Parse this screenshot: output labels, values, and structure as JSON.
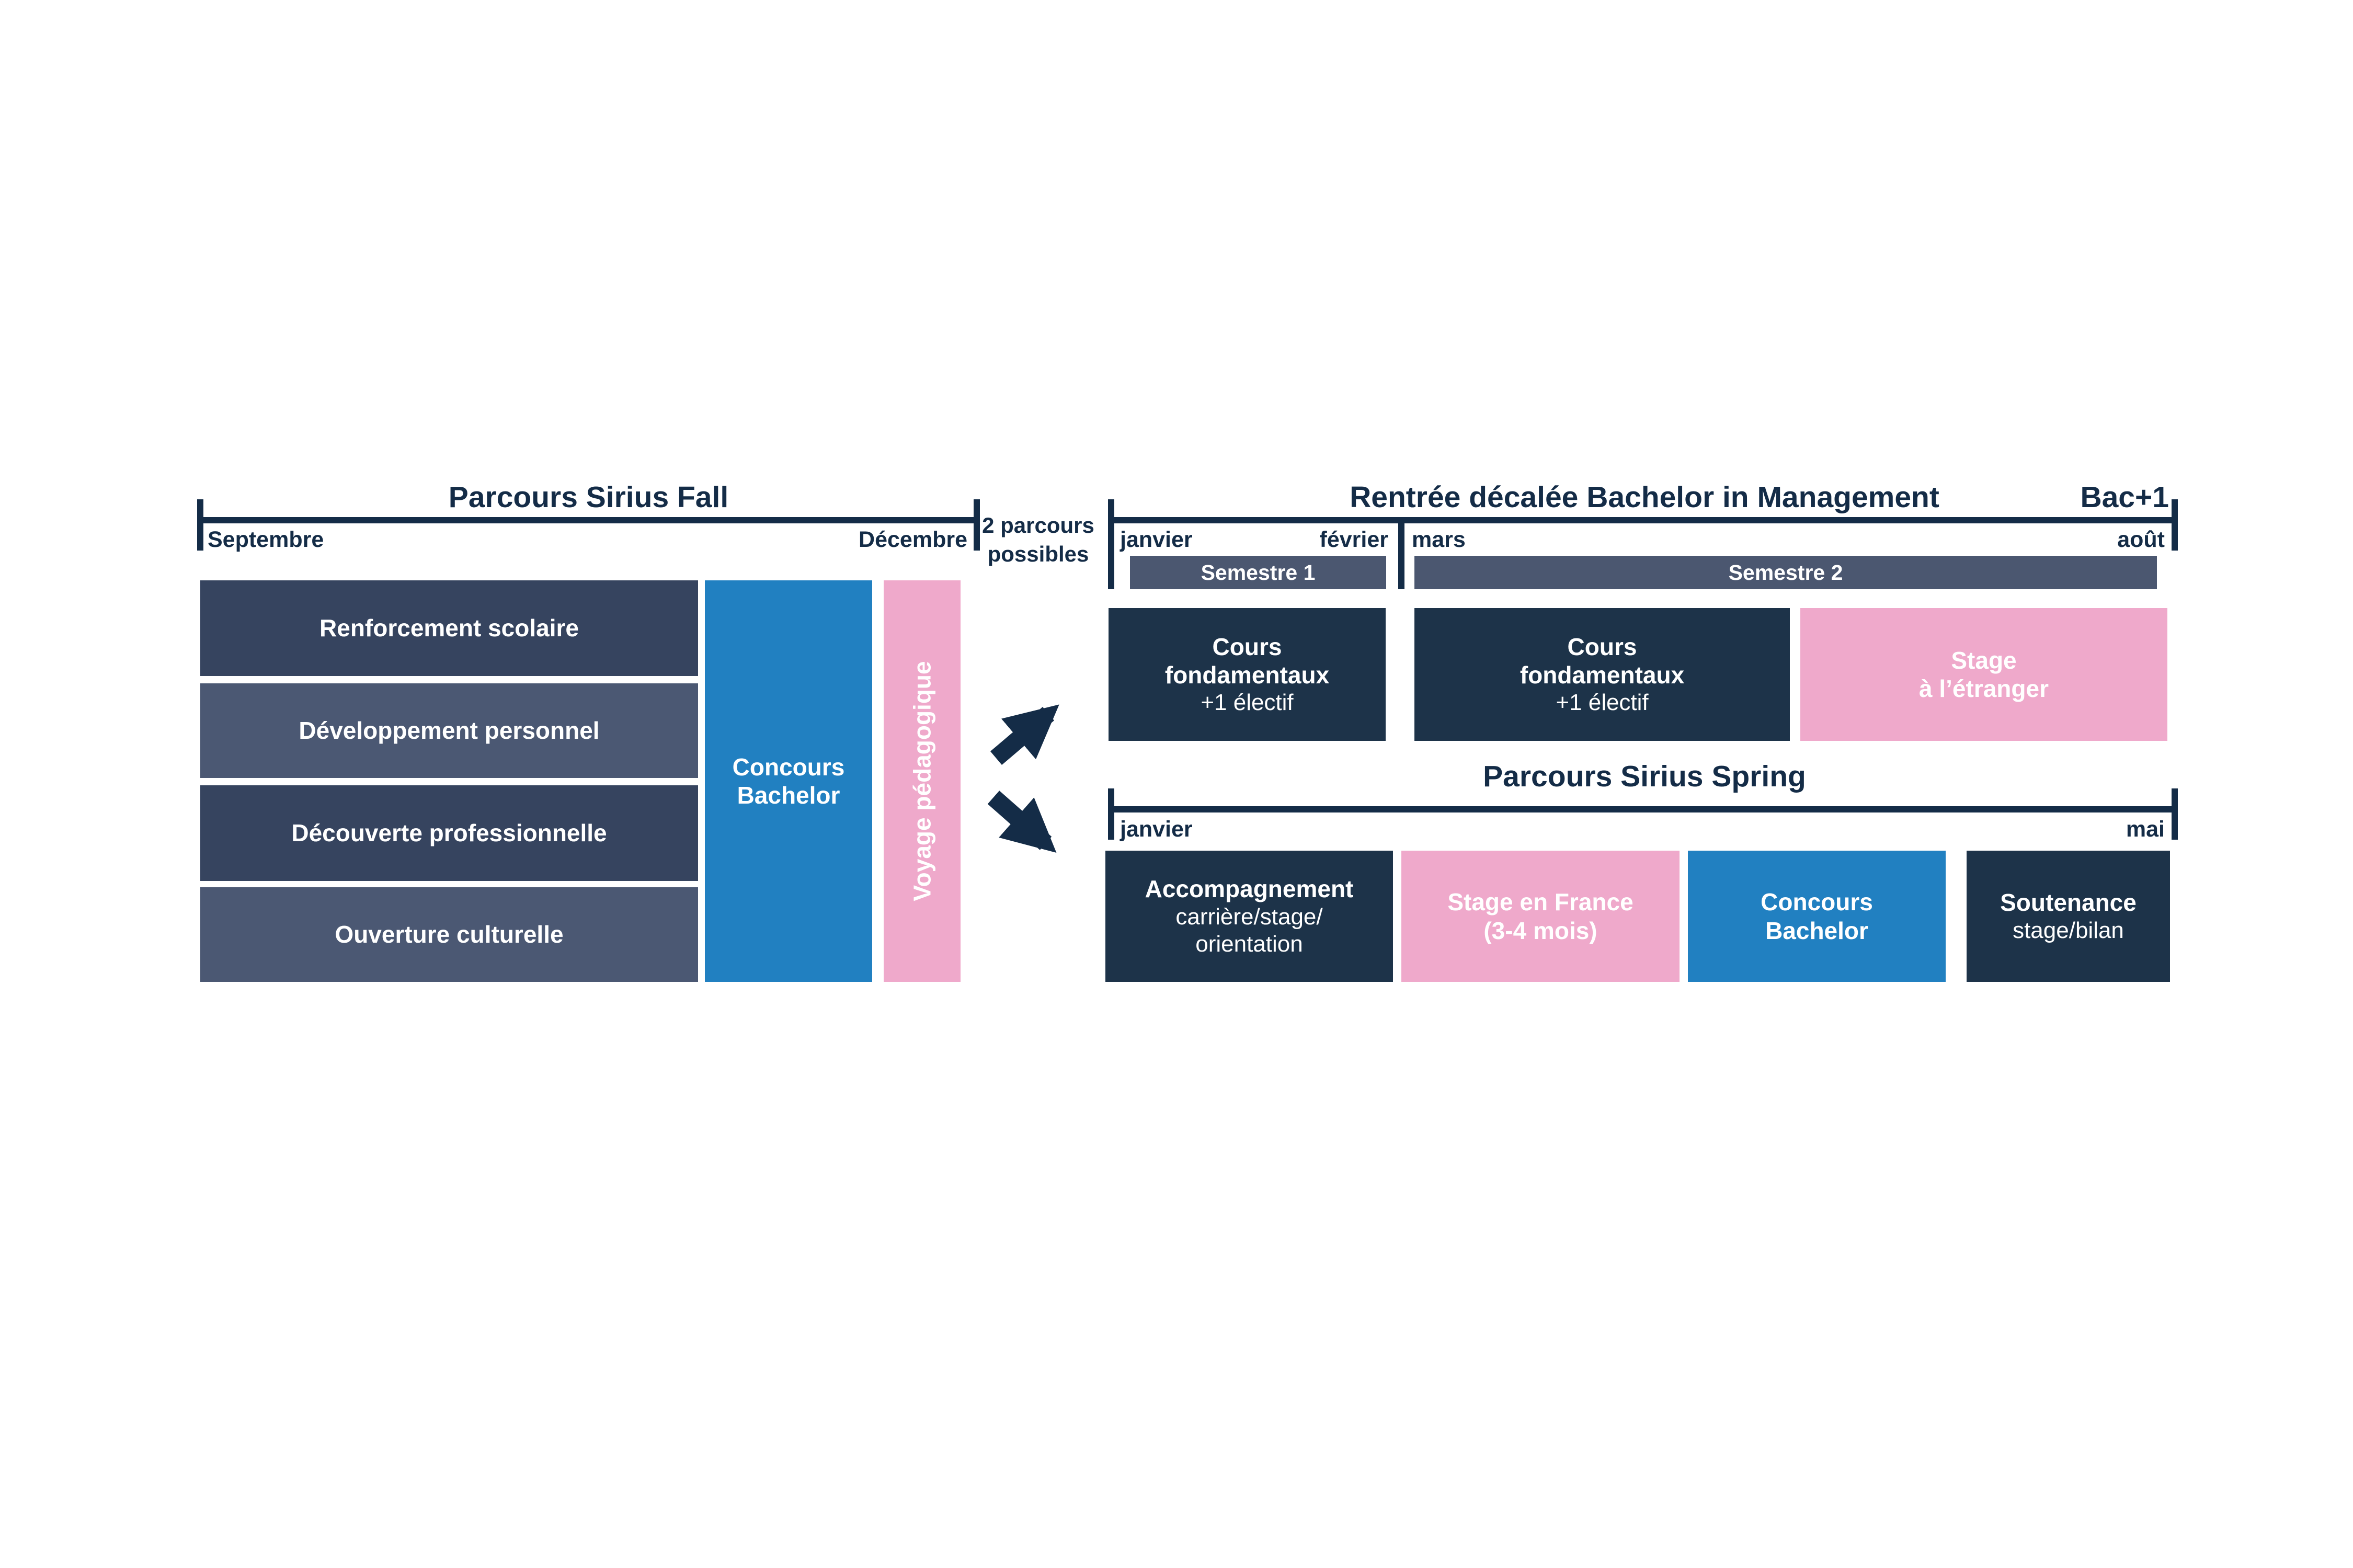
{
  "colors": {
    "navy_text": "#142C47",
    "dark_box": "#1D3349",
    "slate_dark": "#36445F",
    "slate_light": "#4B5873",
    "semester_bar": "#4B5770",
    "blue": "#2180C1",
    "pink": "#EFA9CB",
    "box_text": "#FFFFFF"
  },
  "fall": {
    "title": "Parcours Sirius Fall",
    "timeline": {
      "start": "Septembre",
      "end": "Décembre"
    },
    "activities": [
      {
        "label": "Renforcement scolaire"
      },
      {
        "label": "Développement personnel"
      },
      {
        "label": "Découverte professionnelle"
      },
      {
        "label": "Ouverture culturelle"
      }
    ],
    "concours": {
      "l1": "Concours",
      "l2": "Bachelor"
    },
    "voyage": {
      "label": "Voyage pédagogique"
    }
  },
  "split": {
    "l1": "2 parcours",
    "l2": "possibles"
  },
  "bachelor": {
    "title": "Rentrée décalée Bachelor in Management",
    "level": "Bac+1",
    "timeline": {
      "m1": "janvier",
      "m2": "février",
      "m3": "mars",
      "m4": "août"
    },
    "semester1": "Semestre 1",
    "semester2": "Semestre 2",
    "block1": {
      "l1": "Cours",
      "l2": "fondamentaux",
      "l3": "+1 électif"
    },
    "block2": {
      "l1": "Cours",
      "l2": "fondamentaux",
      "l3": "+1 électif"
    },
    "block3": {
      "l1": "Stage",
      "l2": "à l’étranger"
    }
  },
  "spring": {
    "title": "Parcours Sirius Spring",
    "timeline": {
      "start": "janvier",
      "end": "mai"
    },
    "block1": {
      "l1": "Accompagnement",
      "l2": "carrière/stage/",
      "l3": "orientation"
    },
    "block2": {
      "l1": "Stage en France",
      "l2": "(3-4 mois)"
    },
    "block3": {
      "l1": "Concours",
      "l2": "Bachelor"
    },
    "block4": {
      "l1": "Soutenance",
      "l2": "stage/bilan"
    }
  }
}
